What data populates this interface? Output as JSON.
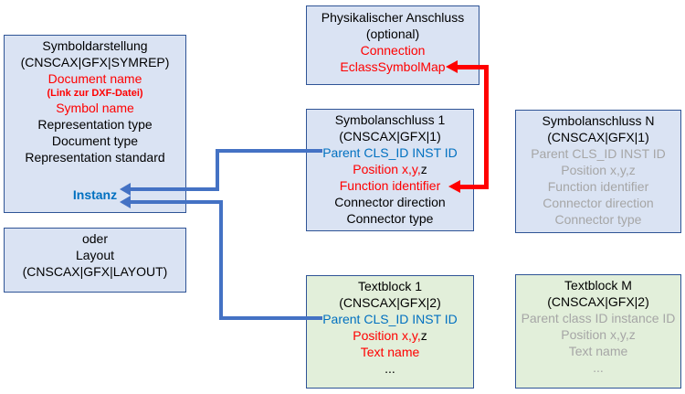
{
  "colors": {
    "box_blue_fill": "#dae3f3",
    "box_green_fill": "#e2efda",
    "box_border": "#2f5496",
    "connector_blue": "#4472c4",
    "connector_red": "#ff0000",
    "text_black": "#000000",
    "text_red": "#ff0000",
    "text_blue": "#0070c0",
    "text_gray": "#a6a6a6",
    "background": "#ffffff"
  },
  "boxes": {
    "symboldarstellung": {
      "title": "Symboldarstellung",
      "subtitle": "(CNSCAX|GFX|SYMREP)",
      "document_name": "Document name",
      "dxf_link": "(Link zur DXF-Datei)",
      "symbol_name": "Symbol name",
      "representation_type": "Representation type",
      "document_type": "Document type",
      "representation_standard": "Representation standard",
      "instanz": "Instanz"
    },
    "oder_layout": {
      "line1": "oder",
      "line2": "Layout",
      "line3": "(CNSCAX|GFX|LAYOUT)"
    },
    "physikalischer_anschluss": {
      "title": "Physikalischer Anschluss",
      "subtitle": "(optional)",
      "connection": "Connection",
      "eclass_symbol_map": "EclassSymbolMap"
    },
    "symbolanschluss_1": {
      "title": "Symbolanschluss 1",
      "subtitle": "(CNSCAX|GFX|1)",
      "parent": "Parent CLS_ID INST ID",
      "position_red": "Position x,y,",
      "position_black": "z",
      "function_identifier": "Function identifier",
      "connector_direction": "Connector direction",
      "connector_type": "Connector type"
    },
    "symbolanschluss_n": {
      "title": "Symbolanschluss N",
      "subtitle": "(CNSCAX|GFX|1)",
      "parent": "Parent CLS_ID INST ID",
      "position": "Position x,y,z",
      "function_identifier": "Function identifier",
      "connector_direction": "Connector direction",
      "connector_type": "Connector type"
    },
    "textblock_1": {
      "title": "Textblock 1",
      "subtitle": "(CNSCAX|GFX|2)",
      "parent": "Parent CLS_ID INST ID",
      "position_red": "Position x,y,",
      "position_black": "z",
      "text_name": "Text name",
      "ellipsis": "..."
    },
    "textblock_m": {
      "title": "Textblock M",
      "subtitle": "(CNSCAX|GFX|2)",
      "parent": "Parent class ID instance ID",
      "position": "Position x,y,z",
      "text_name": "Text name",
      "ellipsis": "..."
    }
  }
}
